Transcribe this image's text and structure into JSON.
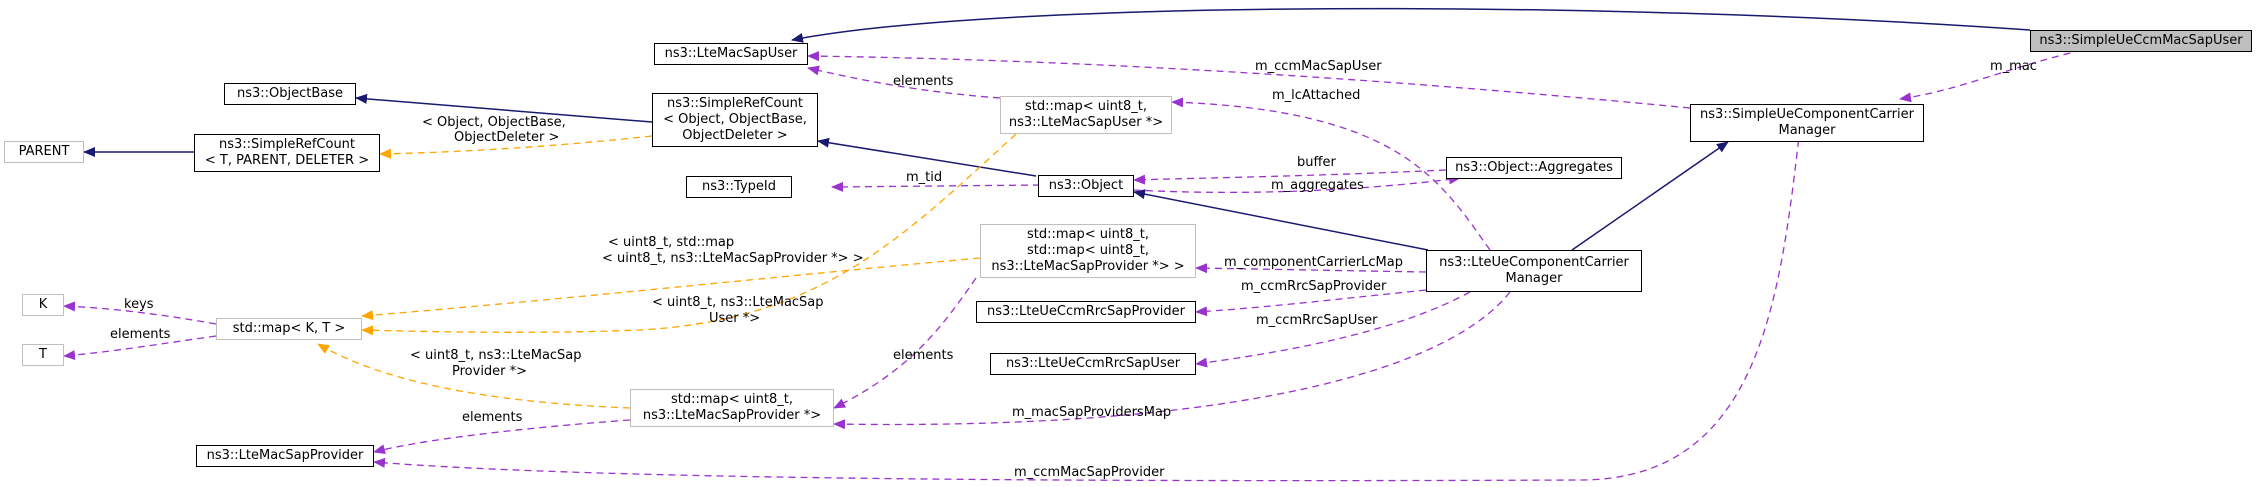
{
  "colors": {
    "inheritance": "#191970",
    "usage": "#9a32cd",
    "template": "#ffa500",
    "focus_fill": "#bfbfbf",
    "external_border": "#bfbfbf"
  },
  "nodes": {
    "simple_ue_ccm_mac_sap_user": "ns3::SimpleUeCcmMacSapUser",
    "lte_mac_sap_user": "ns3::LteMacSapUser",
    "object_base": "ns3::ObjectBase",
    "simple_ref_count": "ns3::SimpleRefCount\n< Object, ObjectBase,\nObjectDeleter >",
    "parent": "PARENT",
    "simple_ref_count_tpl": "ns3::SimpleRefCount\n< T, PARENT, DELETER >",
    "type_id": "ns3::TypeId",
    "object": "ns3::Object",
    "map_mac_sap_user": "std::map< uint8_t,\nns3::LteMacSapUser *>",
    "object_aggregates": "ns3::Object::Aggregates",
    "simple_ue_ccm": "ns3::SimpleUeComponentCarrier\nManager",
    "map_map_provider": "std::map< uint8_t,\nstd::map< uint8_t,\nns3::LteMacSapProvider *> >",
    "lte_ue_ccm": "ns3::LteUeComponentCarrier\nManager",
    "k": "K",
    "t": "T",
    "std_map_kt": "std::map< K, T >",
    "ccm_rrc_sap_provider": "ns3::LteUeCcmRrcSapProvider",
    "ccm_rrc_sap_user": "ns3::LteUeCcmRrcSapUser",
    "map_mac_sap_provider": "std::map< uint8_t,\nns3::LteMacSapProvider *>",
    "lte_mac_sap_provider": "ns3::LteMacSapProvider"
  },
  "edge_labels": {
    "m_mac": "m_mac",
    "m_ccm_mac_sap_user": "m_ccmMacSapUser",
    "elements_1": "elements",
    "m_lc_attached": "m_lcAttached",
    "tpl_object_base": "< Object, ObjectBase,\nObjectDeleter >",
    "buffer": "buffer",
    "m_tid": "m_tid",
    "m_aggregates": "m_aggregates",
    "tpl_map_of_map": "< uint8_t, std::map\n< uint8_t, ns3::LteMacSapProvider *> >",
    "m_component_carrier_lc_map": "m_componentCarrierLcMap",
    "m_ccm_rrc_sap_provider": "m_ccmRrcSapProvider",
    "keys": "keys",
    "tpl_mac_sap_user": "< uint8_t, ns3::LteMacSap\nUser *>",
    "elements_2": "elements",
    "m_ccm_rrc_sap_user": "m_ccmRrcSapUser",
    "elements_3": "elements",
    "tpl_mac_sap_provider": "< uint8_t, ns3::LteMacSap\nProvider *>",
    "m_mac_sap_providers_map": "m_macSapProvidersMap",
    "elements_4": "elements",
    "m_ccm_mac_sap_provider": "m_ccmMacSapProvider"
  }
}
